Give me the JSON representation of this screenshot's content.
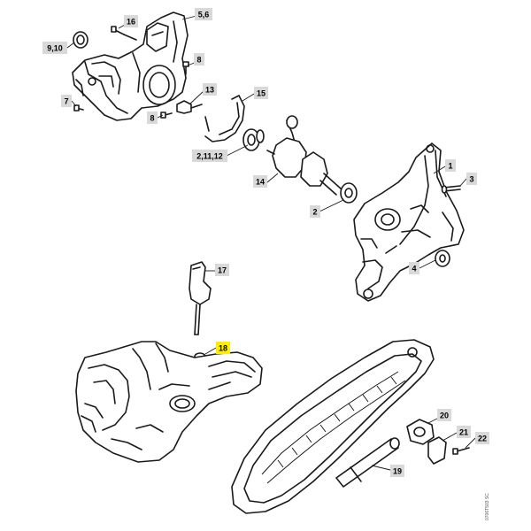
{
  "callouts": [
    {
      "id": "c1",
      "label": "1",
      "highlight": false
    },
    {
      "id": "c2",
      "label": "2",
      "highlight": false
    },
    {
      "id": "c3",
      "label": "3",
      "highlight": false
    },
    {
      "id": "c4",
      "label": "4",
      "highlight": false
    },
    {
      "id": "c56",
      "label": "5,6",
      "highlight": false
    },
    {
      "id": "c7",
      "label": "7",
      "highlight": false
    },
    {
      "id": "c8a",
      "label": "8",
      "highlight": false
    },
    {
      "id": "c8b",
      "label": "8",
      "highlight": false
    },
    {
      "id": "c910",
      "label": "9,10",
      "highlight": false
    },
    {
      "id": "c21112",
      "label": "2,11,12",
      "highlight": false
    },
    {
      "id": "c13",
      "label": "13",
      "highlight": false
    },
    {
      "id": "c14",
      "label": "14",
      "highlight": false
    },
    {
      "id": "c15",
      "label": "15",
      "highlight": false
    },
    {
      "id": "c16",
      "label": "16",
      "highlight": false
    },
    {
      "id": "c17",
      "label": "17",
      "highlight": false
    },
    {
      "id": "c18",
      "label": "18",
      "highlight": true
    },
    {
      "id": "c19",
      "label": "19",
      "highlight": false
    },
    {
      "id": "c20",
      "label": "20",
      "highlight": false
    },
    {
      "id": "c21",
      "label": "21",
      "highlight": false
    },
    {
      "id": "c22",
      "label": "22",
      "highlight": false
    }
  ],
  "document_number": "0706T503 SC",
  "colors": {
    "highlight": "#ffee00",
    "callout_bg": "#d9d9d9",
    "line": "#1a1a1a"
  }
}
